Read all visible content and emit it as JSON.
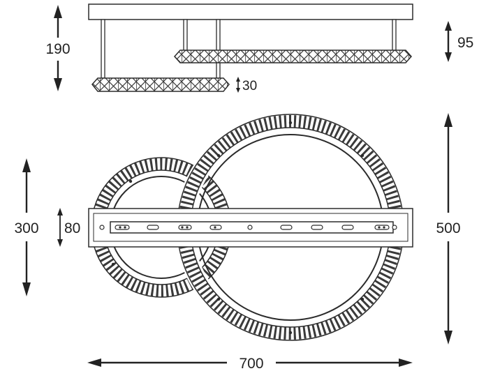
{
  "dimensions": {
    "total_height": "190",
    "side_drop": "95",
    "ring_thickness": "30",
    "small_ring_diameter": "300",
    "bar_width": "80",
    "large_ring_diameter": "500",
    "total_width": "700"
  },
  "colors": {
    "line": "#2b2b2b",
    "crystal": "#3a3a3a",
    "background": "#ffffff"
  },
  "icons": {
    "arrow": "filled-triangle-arrowhead",
    "crystal_band": "cross-hatched-crystal-band"
  }
}
